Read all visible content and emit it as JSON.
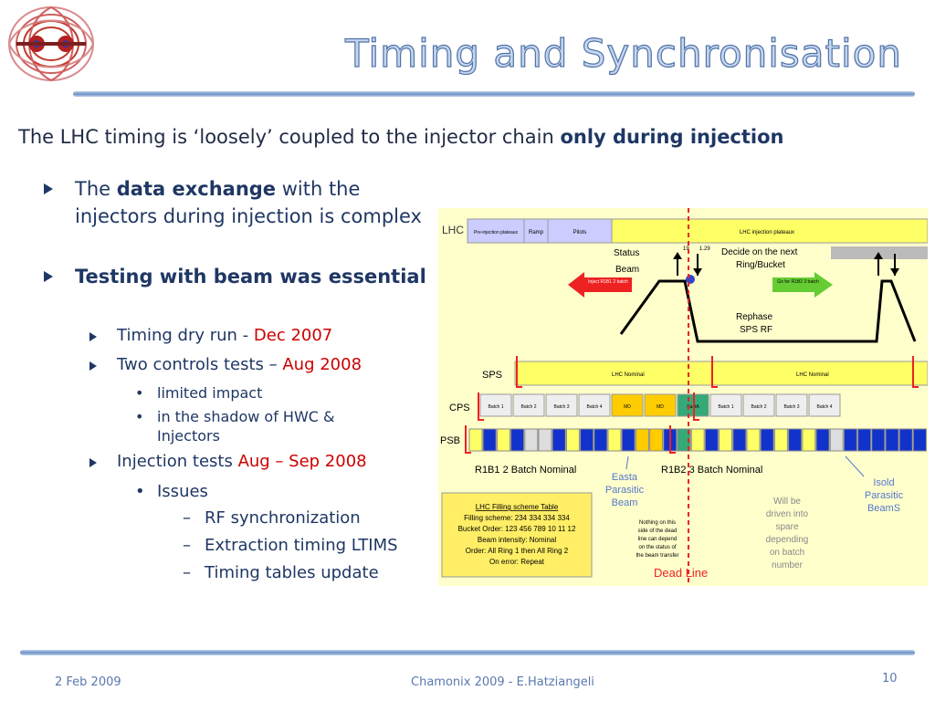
{
  "title": "Timing and Synchronisation",
  "subtitle": {
    "prefix": "The LHC timing is ‘loosely’ coupled to the injector chain ",
    "bold": "only during injection"
  },
  "bullets": {
    "b1": {
      "pre": "The ",
      "bold": "data exchange",
      "post": " with the injectors during injection is complex"
    },
    "b2": {
      "bold": "Testing with beam was essential"
    },
    "s1": {
      "text": "Timing dry run - ",
      "red": "Dec 2007"
    },
    "s2": {
      "text": "Two controls tests – ",
      "red": "Aug 2008"
    },
    "s2a": "limited impact",
    "s2b": "in the shadow of HWC & Injectors",
    "s3": {
      "text": "Injection tests ",
      "red": "Aug – Sep 2008"
    },
    "s3a": "Issues",
    "i1": "RF synchronization",
    "i2": "Extraction timing LTIMS",
    "i3": "Timing tables update",
    "dash": "–",
    "dot": "•"
  },
  "diagram": {
    "lhc": "LHC",
    "lhc_cells": [
      "Pre-injection plateaux",
      "Ramp",
      "Pilots",
      "LHC injection plateaux"
    ],
    "status": "Status",
    "beam": "Beam",
    "decide": "Decide on the next",
    "ring_bucket": "Ring/Bucket",
    "num_19": "19",
    "num_129": "1.29",
    "red_arrow": "Inject R1B1 2 batch",
    "green_arrow": "Go for R1B2 3 batch",
    "rephase": "Rephase",
    "sps_rf": "SPS RF",
    "sps": "SPS",
    "lhc_nominal_1": "LHC Nominal",
    "lhc_nominal_2": "LHC Nominal",
    "cps": "CPS",
    "cps_cells": [
      "Batch 1",
      "Batch 2",
      "Batch 3",
      "Batch 4",
      "MD",
      "MD",
      "EastA",
      "Batch 1",
      "Batch 2",
      "Batch 3",
      "Batch 4"
    ],
    "psb": "PSB",
    "r1b1": "R1B1 2 Batch Nominal",
    "r1b2": "R1B2 3 Batch Nominal",
    "easta_lines": [
      "Easta",
      "Parasitic",
      "Beam"
    ],
    "isold_lines": [
      "Isold",
      "Parasitic",
      "BeamS"
    ],
    "will_be_lines": [
      "Will be",
      "driven into",
      "spare",
      "depending",
      "on batch",
      "number"
    ],
    "table_lines": [
      "LHC Filling scheme Table",
      "Filling scheme: 234 334 334 334",
      "Bucket Order: 123 456 789 10 11 12",
      "Beam intensity: Nominal",
      "Order: All Ring 1 then All Ring 2",
      "On error: Repeat"
    ],
    "nothing_lines": [
      "Nothing on this",
      "side of the dead",
      "line can depend",
      "on the status of",
      "the beam transfer"
    ],
    "dead_line": "Dead Line"
  },
  "footer": {
    "date": "2 Feb 2009",
    "center": "Chamonix 2009 - E.Hatziangeli",
    "page": "10"
  },
  "colors": {
    "accent": "#1f3764",
    "red": "#cc0000",
    "diagram_yellow": "#ffff66"
  }
}
